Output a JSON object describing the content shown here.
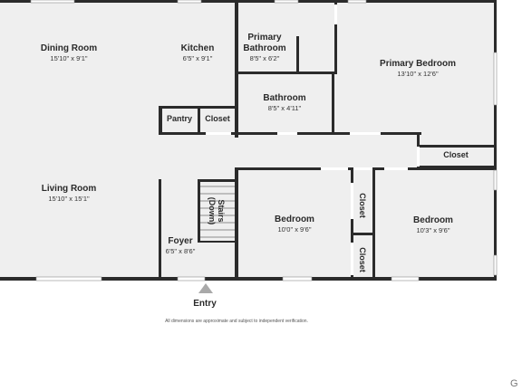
{
  "rooms": {
    "dining": {
      "name": "Dining Room",
      "dims": "15'10\" x 9'1\""
    },
    "kitchen": {
      "name": "Kitchen",
      "dims": "6'5\" x 9'1\""
    },
    "primary_bath": {
      "name1": "Primary",
      "name2": "Bathroom",
      "dims": "8'5\" x 6'2\""
    },
    "primary_bed": {
      "name": "Primary Bedroom",
      "dims": "13'10\" x 12'6\""
    },
    "bathroom": {
      "name": "Bathroom",
      "dims": "8'5\" x 4'11\""
    },
    "pantry": {
      "name": "Pantry"
    },
    "closet_kitchen": {
      "name": "Closet"
    },
    "closet_primary": {
      "name": "Closet"
    },
    "living": {
      "name": "Living Room",
      "dims": "15'10\" x 15'1\""
    },
    "stairs": {
      "name1": "Stairs",
      "name2": "(Down)"
    },
    "foyer": {
      "name": "Foyer",
      "dims": "6'5\" x 8'6\""
    },
    "bedroom1": {
      "name": "Bedroom",
      "dims": "10'0\" x 9'6\""
    },
    "closet_mid1": {
      "name": "Closet"
    },
    "closet_mid2": {
      "name": "Closet"
    },
    "bedroom2": {
      "name": "Bedroom",
      "dims": "10'3\" x 9'6\""
    }
  },
  "entry": {
    "label": "Entry"
  },
  "disclaimer": "All dimensions are approximate and subject to independent verification.",
  "corner_mark": "G",
  "colors": {
    "floor": "#efefef",
    "wall": "#2b2b2b",
    "window": "#ffffff",
    "entry_arrow": "#a9a9a9"
  }
}
